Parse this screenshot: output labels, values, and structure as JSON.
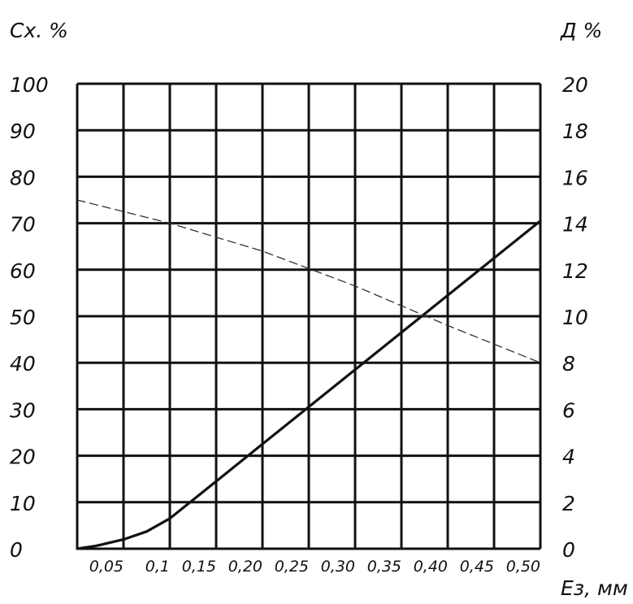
{
  "chart_data": {
    "type": "line",
    "xlabel": "Eз, мм",
    "ylabel_left": "Сх. %",
    "ylabel_right": "Д %",
    "xlim": [
      0,
      0.5
    ],
    "ylim_left": [
      0,
      100
    ],
    "ylim_right": [
      0,
      20
    ],
    "x_ticks": [
      "0,05",
      "0,1",
      "0,15",
      "0,20",
      "0,25",
      "0,30",
      "0,35",
      "0,40",
      "0,45",
      "0,50"
    ],
    "y_ticks_left": [
      "0",
      "10",
      "20",
      "30",
      "40",
      "50",
      "60",
      "70",
      "80",
      "90",
      "100"
    ],
    "y_ticks_right": [
      "0",
      "2",
      "4",
      "6",
      "8",
      "10",
      "12",
      "14",
      "16",
      "18",
      "20"
    ],
    "grid": true,
    "series": [
      {
        "axis": "left",
        "style": "solid",
        "color": "#111111",
        "points": [
          [
            0,
            0
          ],
          [
            0.02,
            0.6
          ],
          [
            0.05,
            2.0
          ],
          [
            0.075,
            3.7
          ],
          [
            0.1,
            6.5
          ],
          [
            0.15,
            14.5
          ],
          [
            0.2,
            22.5
          ],
          [
            0.25,
            30.5
          ],
          [
            0.3,
            38.5
          ],
          [
            0.35,
            46.5
          ],
          [
            0.4,
            54.5
          ],
          [
            0.45,
            62.5
          ],
          [
            0.5,
            70.5
          ]
        ]
      },
      {
        "axis": "right",
        "style": "dashed",
        "color": "#333333",
        "points": [
          [
            0,
            15.0
          ],
          [
            0.1,
            14.0
          ],
          [
            0.2,
            12.8
          ],
          [
            0.3,
            11.3
          ],
          [
            0.4,
            9.6
          ],
          [
            0.5,
            8.0
          ]
        ]
      }
    ]
  }
}
